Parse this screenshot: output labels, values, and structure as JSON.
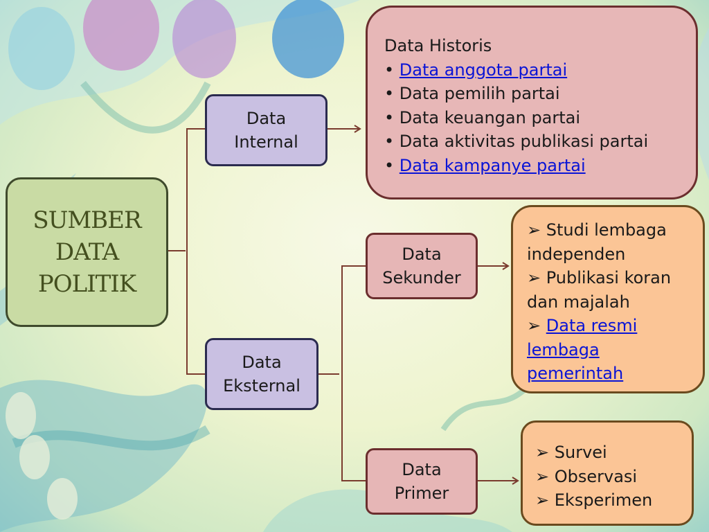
{
  "colors": {
    "root_fill": "#c9dba4",
    "internal_external_fill": "#c9c0e2",
    "sekunder_primer_fill": "#e6b6b6",
    "historis_panel_fill": "#e7b7b7",
    "orange_panel_fill": "#fbc596",
    "link": "#0a14d6",
    "connector": "#7a3b2e"
  },
  "root": {
    "line1": "SUMBER",
    "line2": "DATA",
    "line3": "POLITIK"
  },
  "internal": {
    "line1": "Data",
    "line2": "Internal"
  },
  "external": {
    "line1": "Data",
    "line2": "Eksternal"
  },
  "sekunder": {
    "line1": "Data",
    "line2": "Sekunder"
  },
  "primer": {
    "line1": "Data",
    "line2": "Primer"
  },
  "historis_panel": {
    "heading": "Data Historis",
    "bullet": "•",
    "items": [
      {
        "text": "Data anggota partai",
        "link": true
      },
      {
        "text": "Data pemilih partai",
        "link": false
      },
      {
        "text": "Data keuangan partai",
        "link": false
      },
      {
        "text": "Data aktivitas publikasi partai",
        "link": false
      },
      {
        "text": "Data kampanye partai",
        "link": true
      }
    ]
  },
  "sekunder_panel": {
    "marker": "➢",
    "items": [
      {
        "line1": "Studi lembaga",
        "line2": "independen",
        "link": false
      },
      {
        "line1": "Publikasi koran",
        "line2": "dan majalah",
        "link": false
      },
      {
        "line1": "Data resmi",
        "line2": "lembaga",
        "line3": "pemerintah",
        "link": true
      }
    ]
  },
  "primer_panel": {
    "marker": "➢",
    "items": [
      {
        "text": "Survei"
      },
      {
        "text": "Observasi"
      },
      {
        "text": "Eksperimen"
      }
    ]
  }
}
